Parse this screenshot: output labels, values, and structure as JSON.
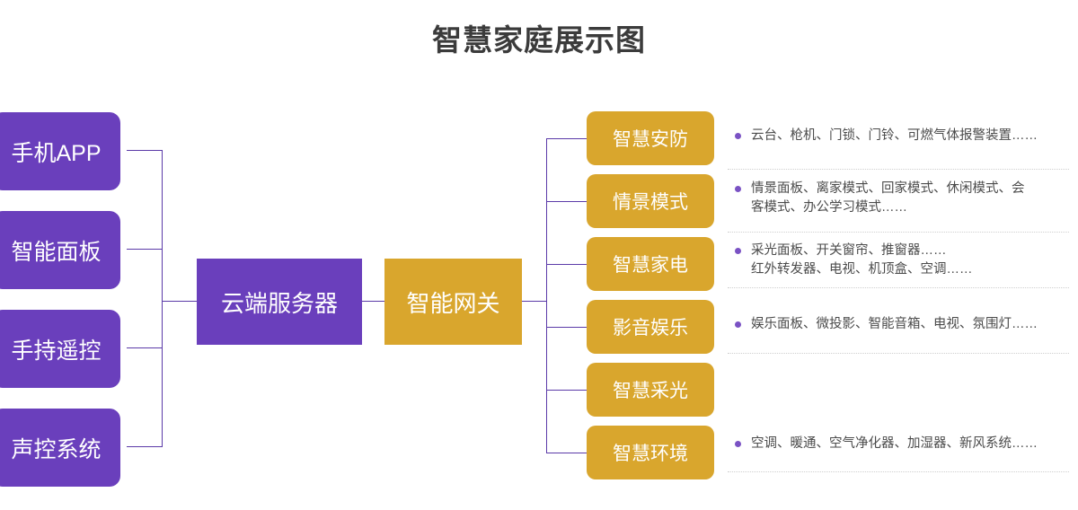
{
  "title": "智慧家庭展示图",
  "colors": {
    "purple": "#6A3FBC",
    "gold": "#D9A62D",
    "line": "#5B3AA8",
    "bullet": "#7A52C4",
    "title_text": "#3B3B3B",
    "desc_text": "#4B4B4B",
    "separator": "#CFCFCF"
  },
  "inputs": {
    "items": [
      {
        "label": "手机APP"
      },
      {
        "label": "智能面板"
      },
      {
        "label": "手持遥控"
      },
      {
        "label": "声控系统"
      }
    ]
  },
  "core": {
    "server": {
      "label": "云端服务器"
    },
    "gateway": {
      "label": "智能网关"
    }
  },
  "categories": [
    {
      "label": "智慧安防",
      "description": "云台、枪机、门锁、门铃、可燃气体报警装置……"
    },
    {
      "label": "情景模式",
      "description": "情景面板、离家模式、回家模式、休闲模式、会\n客模式、办公学习模式……"
    },
    {
      "label": "智慧家电",
      "description": "采光面板、开关窗帘、推窗器……\n红外转发器、电视、机顶盒、空调……"
    },
    {
      "label": "影音娱乐",
      "description": "娱乐面板、微投影、智能音箱、电视、氛围灯……"
    },
    {
      "label": "智慧采光",
      "description": ""
    },
    {
      "label": "智慧环境",
      "description": "空调、暖通、空气净化器、加湿器、新风系统……"
    }
  ]
}
